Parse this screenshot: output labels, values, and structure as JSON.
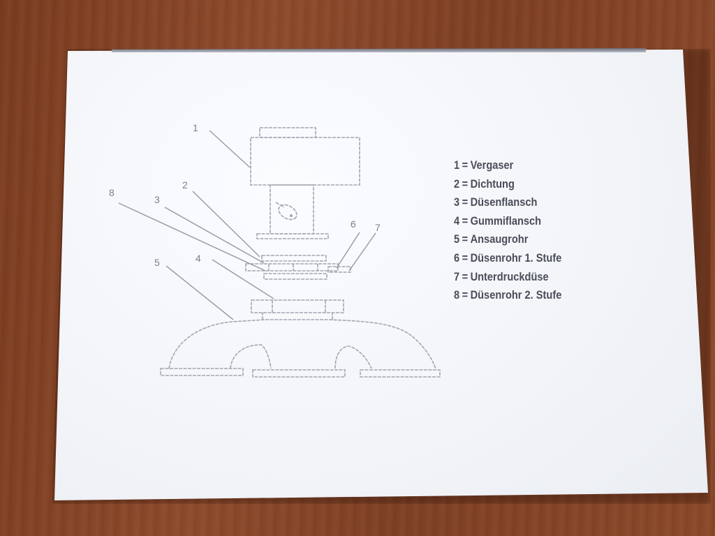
{
  "diagram": {
    "callouts": [
      {
        "id": "c1",
        "label": "1"
      },
      {
        "id": "c2",
        "label": "2"
      },
      {
        "id": "c3",
        "label": "3"
      },
      {
        "id": "c4",
        "label": "4"
      },
      {
        "id": "c5",
        "label": "5"
      },
      {
        "id": "c6",
        "label": "6"
      },
      {
        "id": "c7",
        "label": "7"
      },
      {
        "id": "c8",
        "label": "8"
      }
    ]
  },
  "legend": {
    "separator": "=",
    "items": [
      {
        "number": "1",
        "text": "Vergaser"
      },
      {
        "number": "2",
        "text": "Dichtung"
      },
      {
        "number": "3",
        "text": "Düsenflansch"
      },
      {
        "number": "4",
        "text": "Gummiflansch"
      },
      {
        "number": "5",
        "text": "Ansaugrohr"
      },
      {
        "number": "6",
        "text": "Düsenrohr 1. Stufe"
      },
      {
        "number": "7",
        "text": "Unterdruckdüse"
      },
      {
        "number": "8",
        "text": "Düsenrohr 2. Stufe"
      }
    ]
  },
  "colors": {
    "ink": "#4a4e5a",
    "drawing": "#9a9ca6",
    "paper": "#f2f4f8",
    "table": "#8d4a2b"
  }
}
